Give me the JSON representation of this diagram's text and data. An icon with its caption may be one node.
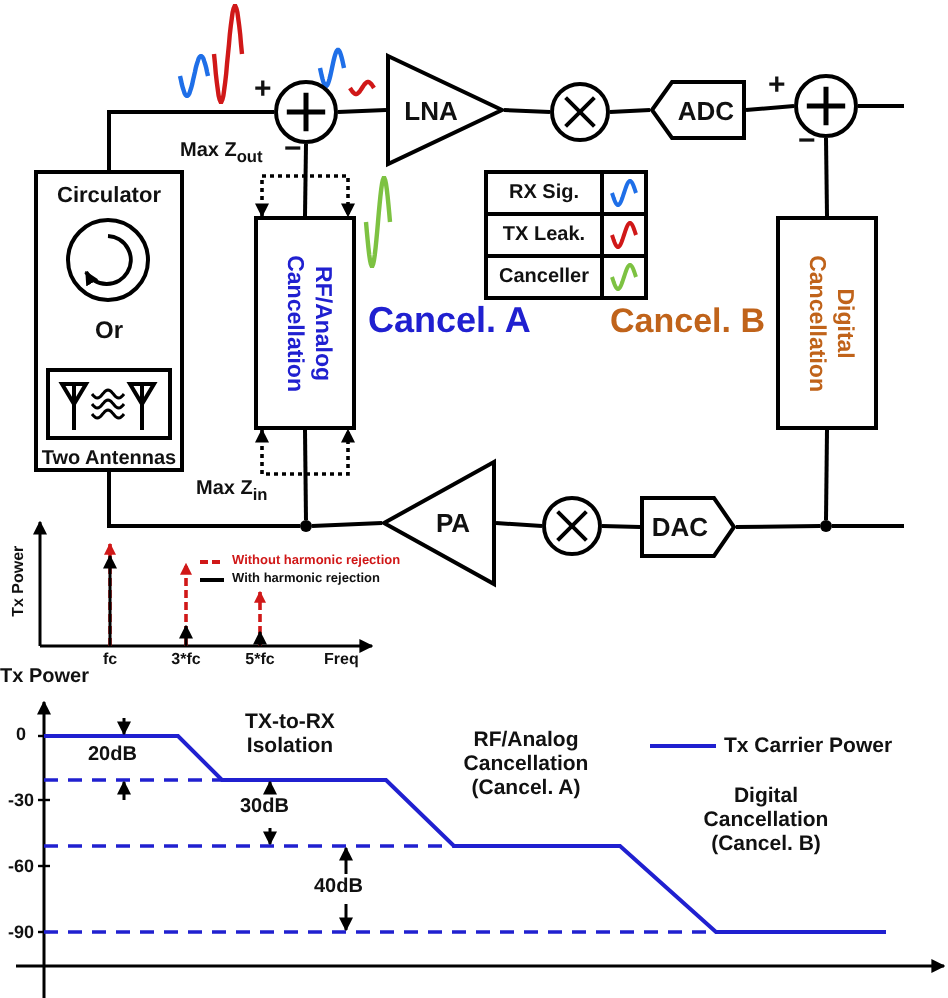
{
  "diagram": {
    "nodes": [
      {
        "text": [],
        "shape": "circle"
      },
      {
        "text": [
          "LNA"
        ]
      },
      {
        "text": [],
        "shape": "circle"
      },
      {
        "text": [
          "ADC"
        ]
      },
      {
        "text": [],
        "shape": "circle"
      },
      {
        "text": [
          "Circulator",
          "Or",
          "Two Antennas"
        ]
      },
      {
        "text": [
          "RF/Analog Cancellation"
        ]
      },
      {
        "text": [
          "Digital Cancellation"
        ]
      },
      {
        "text": [],
        "shape": "circle"
      },
      {
        "text": [
          "PA"
        ]
      },
      {
        "text": [],
        "shape": "circle"
      },
      {
        "text": [
          "DAC"
        ]
      },
      {
        "text": [],
        "shape": "circle"
      }
    ],
    "edges": [
      {
        "from": 5,
        "to": 0,
        "arrow": "none"
      },
      {
        "from": 0,
        "to": 1,
        "arrow": "none"
      },
      {
        "from": 1,
        "to": 2,
        "arrow": "none"
      },
      {
        "from": 2,
        "to": 3,
        "arrow": "none"
      },
      {
        "from": 3,
        "to": 4,
        "arrow": "none"
      },
      {
        "from": 4,
        "to": null,
        "arrow": "none"
      },
      {
        "from": 6,
        "to": 0,
        "arrow": "none"
      },
      {
        "from": 7,
        "to": 4,
        "arrow": "none"
      },
      {
        "from": null,
        "to": 12,
        "arrow": "none"
      },
      {
        "from": 12,
        "to": 11,
        "arrow": "none"
      },
      {
        "from": 12,
        "to": 7,
        "arrow": "none"
      },
      {
        "from": 11,
        "to": 10,
        "arrow": "none"
      },
      {
        "from": 10,
        "to": 9,
        "arrow": "none"
      },
      {
        "from": 9,
        "to": 8,
        "arrow": "none"
      },
      {
        "from": 8,
        "to": 6,
        "arrow": "none"
      },
      {
        "from": 8,
        "to": 5,
        "arrow": "none"
      },
      {
        "from": 6,
        "to": 6,
        "arrow": "both",
        "style": "dashed"
      },
      {
        "from": 6,
        "to": 6,
        "arrow": "both",
        "style": "dashed"
      }
    ],
    "labels": [
      "+",
      "Max Z$_{out}$",
      "−",
      "Cancel. A",
      "Cancel. B",
      "+",
      "−",
      "Max Z$_{in}$",
      "Tx Power",
      "fc",
      "3*fc",
      "5*fc",
      "Freq",
      "Tx Power",
      "0",
      "20dB",
      "TX-to-RX Isolation",
      "RF/Analog Cancellation (Cancel. A)",
      "-30",
      "30dB",
      "Digital Cancellation (Cancel. B)",
      "-60",
      "40dB",
      "-90"
    ],
    "legend": [
      {
        "text": "RX Sig."
      },
      {
        "text": "TX Leak."
      },
      {
        "text": "Canceller"
      },
      {
        "text": "Without harmonic rejection"
      },
      {
        "text": "With harmonic rejection"
      },
      {
        "text": "Tx Carrier Power"
      }
    ]
  }
}
